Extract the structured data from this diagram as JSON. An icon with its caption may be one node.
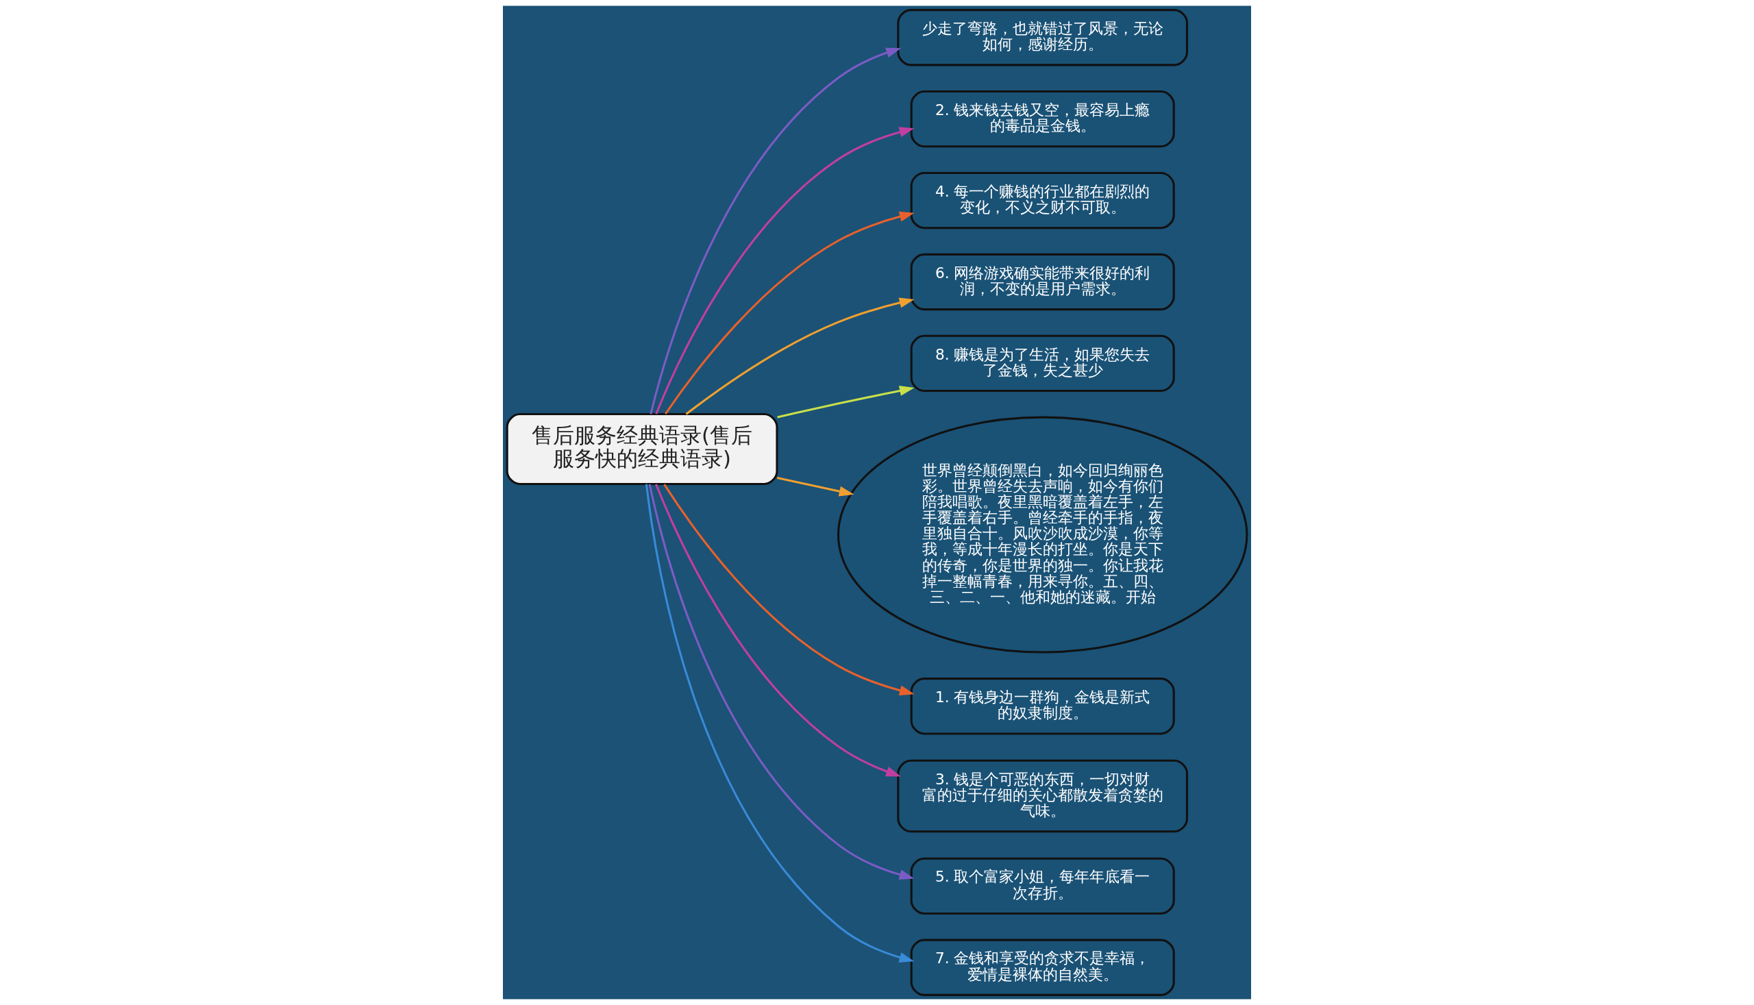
{
  "diagram": {
    "nodes": [
      {
        "text": [
          "售后服务经典语录(售后服务快的经典语录)"
        ]
      },
      {
        "text": [
          "少走了弯路，也就错过了风景，无论如何，感谢经历。"
        ]
      },
      {
        "text": [
          "2. 钱来钱去钱又空，最容易上瘾的毒品是金钱。"
        ]
      },
      {
        "text": [
          "4. 每一个赚钱的行业都在剧烈的变化，不义之财不可取。"
        ]
      },
      {
        "text": [
          "6. 网络游戏确实能带来很好的利润，不变的是用户需求。"
        ]
      },
      {
        "text": [
          "8. 赚钱是为了生活，如果您失去了金钱，失之甚少"
        ]
      },
      {
        "text": [
          "世界曾经颠倒黑白，如今回归绚丽色彩。世界曾经失去声响，如今有你们陪我唱歌。夜里黑暗覆盖着左手，左手覆盖着右手。曾经牵手的手指，夜里独自合十。风吹沙吹成沙漠，你等我，等成十年漫长的打坐。你是天下的传奇，你是世界的独一。你让我花掉一整幅青春，用来寻你。五、四、三、二、一、他和她的迷藏。开始"
        ]
      },
      {
        "text": [
          "1. 有钱身边一群狗，金钱是新式的奴隶制度。"
        ]
      },
      {
        "text": [
          "3. 钱是个可恶的东西，一切对财富的过于仔细的关心都散发着贪婪的气味。"
        ]
      },
      {
        "text": [
          "5. 取个富家小姐，每年年底看一次存折。"
        ]
      },
      {
        "text": [
          "7. 金钱和享受的贪求不是幸福，爱情是裸体的自然美。"
        ]
      }
    ],
    "edges": [
      {
        "from": 0,
        "to": 1,
        "arrow": "to",
        "color": "#7b5cc4"
      },
      {
        "from": 0,
        "to": 2,
        "arrow": "to",
        "color": "#c03fa0"
      },
      {
        "from": 0,
        "to": 3,
        "arrow": "to",
        "color": "#e8612c"
      },
      {
        "from": 0,
        "to": 4,
        "arrow": "to",
        "color": "#f0a030"
      },
      {
        "from": 0,
        "to": 5,
        "arrow": "to",
        "color": "#c8e04a"
      },
      {
        "from": 0,
        "to": 6,
        "arrow": "to",
        "color": "#f0a030"
      },
      {
        "from": 0,
        "to": 7,
        "arrow": "to",
        "color": "#e8612c"
      },
      {
        "from": 0,
        "to": 8,
        "arrow": "to",
        "color": "#c03fa0"
      },
      {
        "from": 0,
        "to": 9,
        "arrow": "to",
        "color": "#7b5cc4"
      },
      {
        "from": 0,
        "to": 10,
        "arrow": "to",
        "color": "#3a8ad8"
      }
    ]
  }
}
